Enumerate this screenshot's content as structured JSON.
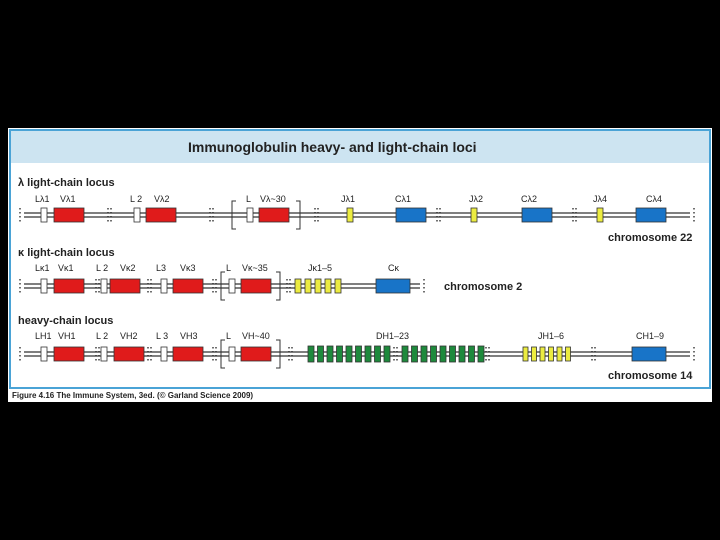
{
  "title": "Immunoglobulin heavy- and light-chain loci",
  "colors": {
    "background": "#000000",
    "panel": "#ffffff",
    "title_band": "#cde4f1",
    "border": "#4aa3d6",
    "V": "#e01b1b",
    "J": "#ecec40",
    "C": "#1874c8",
    "D": "#1e8a3c",
    "L": "#ffffff"
  },
  "loci": [
    {
      "name": "λ light-chain locus",
      "chromosome": "chromosome 22",
      "labels": [
        "Lλ1",
        "Vλ1",
        "L 2",
        "Vλ2",
        "L",
        "Vλ~30",
        "Jλ1",
        "Cλ1",
        "Jλ2",
        "Cλ2",
        "Jλ4",
        "Cλ4"
      ]
    },
    {
      "name": "κ light-chain locus",
      "chromosome": "chromosome 2",
      "labels": [
        "Lκ1",
        "Vκ1",
        "L 2",
        "Vκ2",
        "L3",
        "Vκ3",
        "L",
        "Vκ~35",
        "Jκ1–5",
        "Cκ"
      ]
    },
    {
      "name": "heavy-chain locus",
      "chromosome": "chromosome 14",
      "labels": [
        "LH1",
        "VH1",
        "L 2",
        "VH2",
        "L 3",
        "VH3",
        "L",
        "VH~40",
        "DH1–23",
        "JH1–6",
        "CH1–9"
      ]
    }
  ],
  "caption": "Figure 4.16 The Immune System, 3ed. (© Garland Science 2009)"
}
